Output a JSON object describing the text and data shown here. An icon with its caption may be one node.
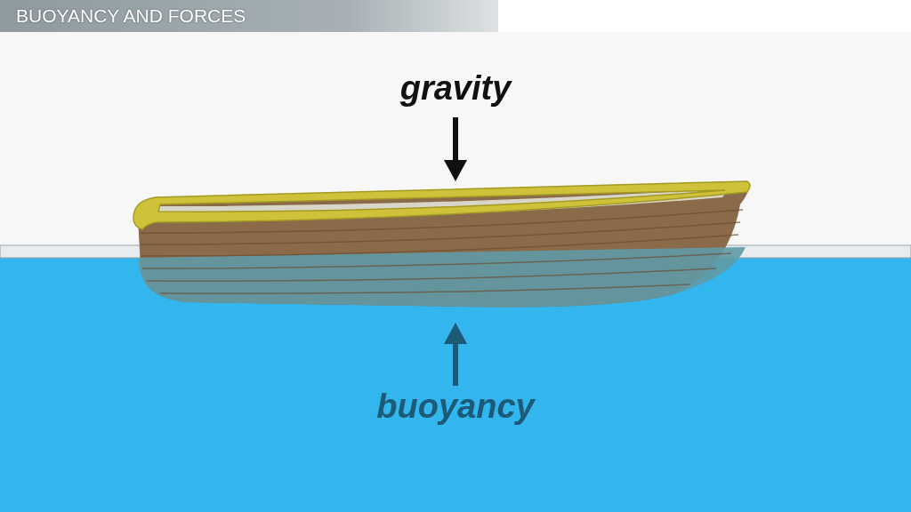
{
  "diagram": {
    "title": "BUOYANCY AND FORCES",
    "labels": [
      "gravity",
      "buoyancy"
    ]
  }
}
